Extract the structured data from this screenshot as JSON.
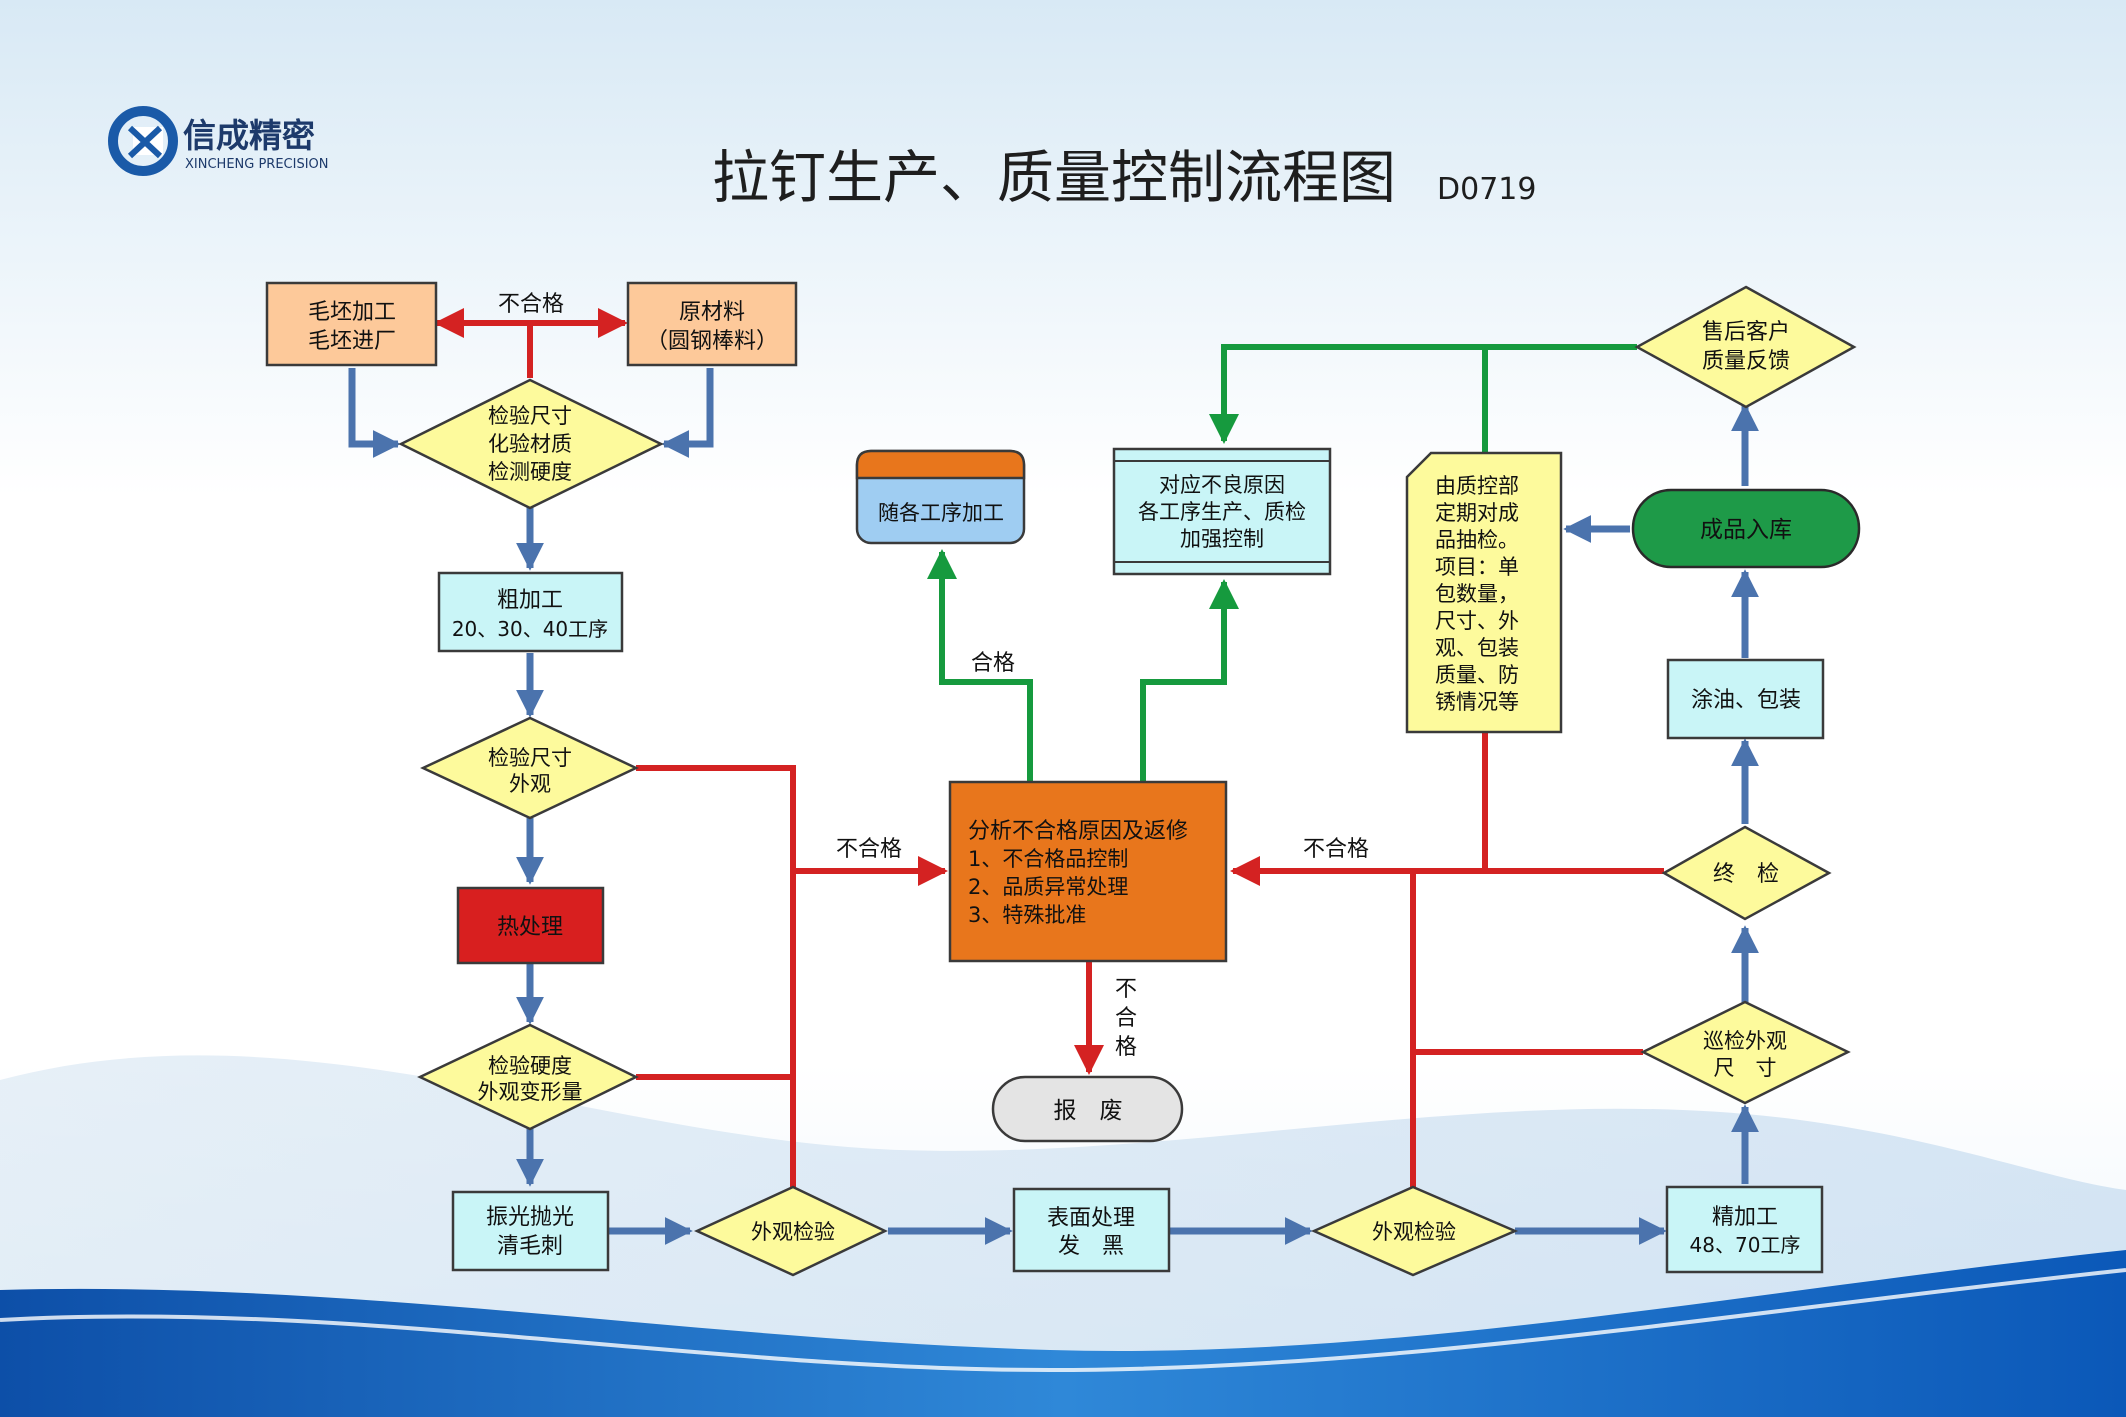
{
  "brand": {
    "name_cn": "信成精密",
    "name_en": "XINCHENG PRECISION"
  },
  "title": "拉钉生产、质量控制流程图",
  "doc_code": "D0719",
  "colors": {
    "red_arrow": "#d42222",
    "green_arrow": "#169a3e",
    "blue_arrow": "#4b73ad",
    "peach_box": "#fdc99a",
    "cyan_box": "#c9f5f7",
    "yellow_diamond": "#fdfa9c",
    "heat_red": "#d81f1f",
    "orange_box": "#e8761c",
    "green_pill": "#1e9a48",
    "gray_pill": "#e4e4e4",
    "blue_card": "#9fcdf2"
  },
  "nodes": {
    "blank": [
      "毛坯加工",
      "毛坯进厂"
    ],
    "raw": [
      "原材料",
      "（圆钢棒料）"
    ],
    "inspect1": [
      "检验尺寸",
      "化验材质",
      "检测硬度"
    ],
    "rough": [
      "粗加工",
      "20、30、40工序"
    ],
    "inspect2": [
      "检验尺寸",
      "外观"
    ],
    "heat": "热处理",
    "inspect3": [
      "检验硬度",
      "外观变形量"
    ],
    "vibro": [
      "振光抛光",
      "清毛刺"
    ],
    "visual1": "外观检验",
    "surface": [
      "表面处理",
      "发　黑"
    ],
    "visual2": "外观检验",
    "finish": [
      "精加工",
      "48、70工序"
    ],
    "patrol": [
      "巡检外观",
      "尺　寸"
    ],
    "final": "终　检",
    "oil": "涂油、包装",
    "stock": "成品入库",
    "aftersale": [
      "售后客户",
      "质量反馈"
    ],
    "qc_sample": [
      "由质控部",
      "定期对成",
      "品抽检。",
      "项目：单",
      "包数量，",
      "尺寸、外",
      "观、包装",
      "质量、防",
      "锈情况等"
    ],
    "countermeasure": [
      "对应不良原因",
      "各工序生产、质检",
      "加强控制"
    ],
    "follow": "随各工序加工",
    "analysis": [
      "分析不合格原因及返修",
      "1、不合格品控制",
      "2、品质异常处理",
      "3、特殊批准"
    ],
    "scrap": "报　废"
  },
  "labels": {
    "fail_top": "不合格",
    "fail_left": "不合格",
    "fail_right": "不合格",
    "pass": "合格",
    "fail_down": [
      "不",
      "合",
      "格"
    ]
  }
}
